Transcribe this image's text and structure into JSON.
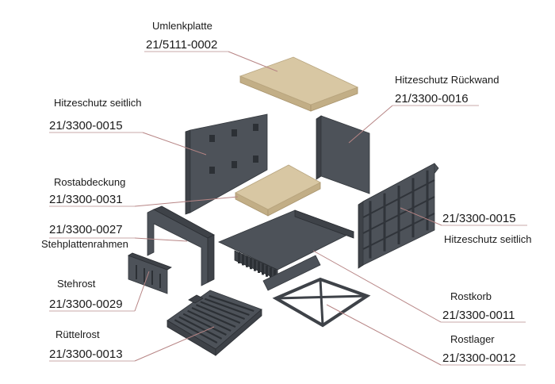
{
  "parts": [
    {
      "id": "umlenkplatte",
      "name": "Umlenkplatte",
      "number": "21/5111-0002"
    },
    {
      "id": "hitzeschutz-rueckwand",
      "name": "Hitzeschutz Rückwand",
      "number": "21/3300-0016"
    },
    {
      "id": "hitzeschutz-seitlich-left",
      "name": "Hitzeschutz seitlich",
      "number": "21/3300-0015"
    },
    {
      "id": "rostabdeckung",
      "name": "Rostabdeckung",
      "number": "21/3300-0031"
    },
    {
      "id": "hitzeschutz-seitlich-right",
      "name": "Hitzeschutz seitlich",
      "number": "21/3300-0015"
    },
    {
      "id": "stehplattenrahmen",
      "name": "Stehplattenrahmen",
      "number": "21/3300-0027"
    },
    {
      "id": "stehrost",
      "name": "Stehrost",
      "number": "21/3300-0029"
    },
    {
      "id": "rostkorb",
      "name": "Rostkorb",
      "number": "21/3300-0011"
    },
    {
      "id": "ruettelrost",
      "name": "Rüttelrost",
      "number": "21/3300-0013"
    },
    {
      "id": "rostlager",
      "name": "Rostlager",
      "number": "21/3300-0012"
    }
  ]
}
